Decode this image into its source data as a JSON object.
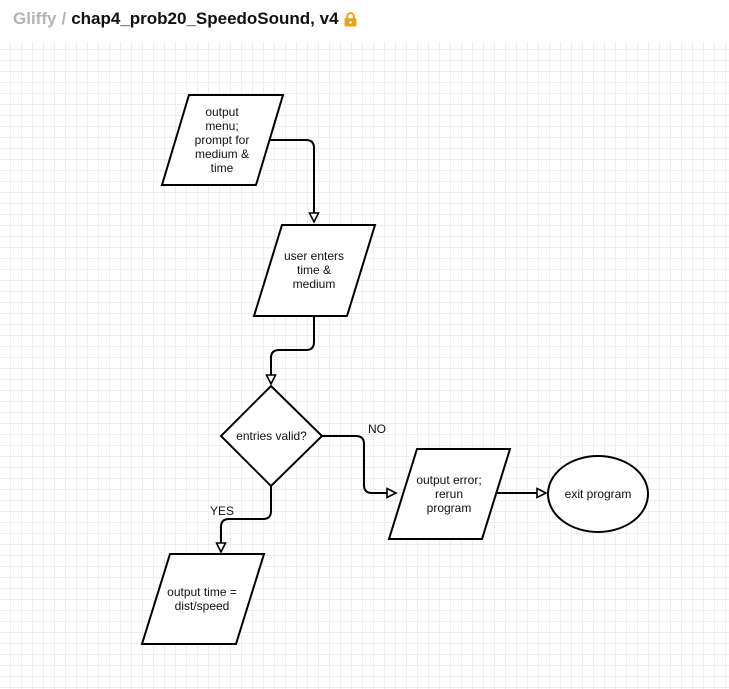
{
  "header": {
    "app_name": "Gliffy",
    "separator": "/",
    "document_title": "chap4_prob20_SpeedoSound, v4",
    "lock_icon": "lock-icon",
    "lock_color": "#e8a317"
  },
  "diagram": {
    "nodes": {
      "output_menu": "output\nmenu;\nprompt for\nmedium &\ntime",
      "user_enters": "user enters\ntime &\nmedium",
      "decision": "entries valid?",
      "output_time": "output time =\ndist/speed",
      "output_error": "output error;\nrerun\nprogram",
      "exit_program": "exit program"
    },
    "edge_labels": {
      "no": "NO",
      "yes": "YES"
    }
  }
}
